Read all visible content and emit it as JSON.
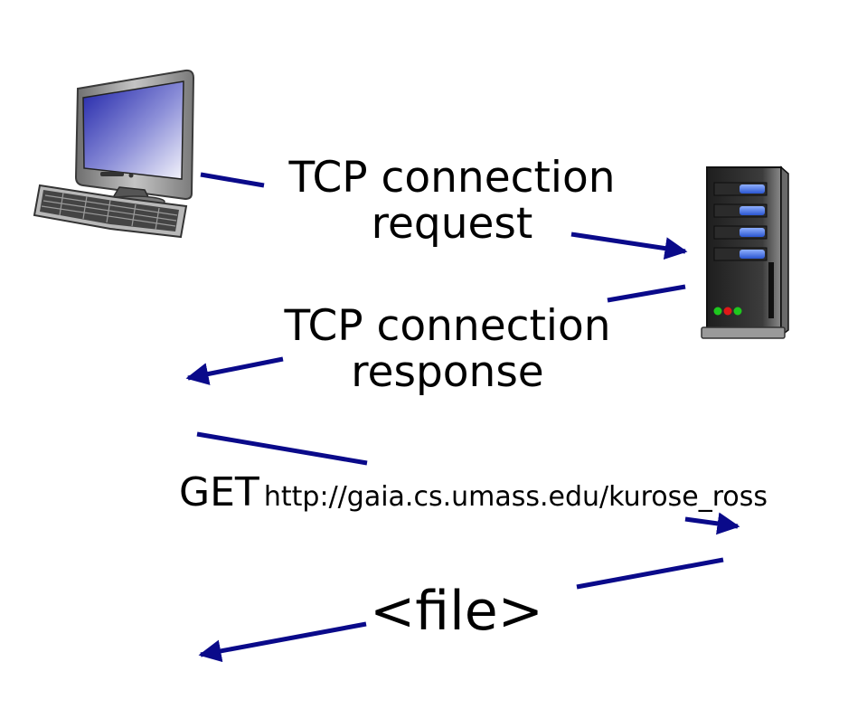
{
  "messages": {
    "tcp_request": {
      "line1": "TCP connection",
      "line2": "request"
    },
    "tcp_response": {
      "line1": "TCP connection",
      "line2": "response"
    },
    "http_get": {
      "verb": "GET",
      "url": "http://gaia.cs.umass.edu/kurose_ross"
    },
    "file": {
      "label": "<file>"
    }
  },
  "colors": {
    "arrow": "#0a0a8a",
    "text": "#000000",
    "screen_gradient_start": "#2a2fb0",
    "screen_gradient_end": "#f2f2fa",
    "server_led_green": "#1ec81e",
    "server_led_red": "#e01818",
    "server_drive_blue": "#3b6ee8"
  },
  "icons": {
    "client": "desktop-computer-icon",
    "server": "server-tower-icon"
  }
}
